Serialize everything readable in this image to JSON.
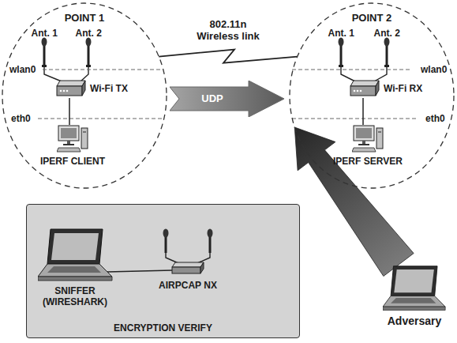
{
  "diagram": {
    "nodes": [
      {
        "text": [
          "POINT 1"
        ]
      },
      {
        "text": [
          "Wi-Fi TX"
        ],
        "in": 0
      },
      {
        "text": [
          "IPERF CLIENT"
        ],
        "in": 0
      },
      {
        "text": [
          "POINT 2"
        ]
      },
      {
        "text": [
          "Wi-Fi RX"
        ],
        "in": 3
      },
      {
        "text": [
          "IPERF SERVER"
        ],
        "in": 3
      },
      {
        "text": [
          "UDP"
        ]
      },
      {
        "text": [
          "ENCRYPTION VERIFY"
        ]
      },
      {
        "text": [
          "SNIFFER (WIRESHARK)"
        ],
        "in": 7
      },
      {
        "text": [
          "AIRPCAP NX"
        ],
        "in": 7
      },
      {
        "text": [
          "Adversary"
        ]
      }
    ],
    "edges": [
      {
        "from": 0,
        "to": 3,
        "arrow": "none",
        "label": "802.11n Wireless link"
      },
      {
        "from": 1,
        "to": 2,
        "arrow": "none"
      },
      {
        "from": 4,
        "to": 5,
        "arrow": "none"
      },
      {
        "from": 8,
        "to": 9,
        "arrow": "none"
      },
      {
        "from": 10,
        "to": 3,
        "arrow": "to"
      }
    ],
    "labels": [
      "Ant. 1",
      "Ant. 2",
      "wlan0",
      "eth0",
      "Ant. 1",
      "Ant. 2",
      "wlan0",
      "eth0"
    ]
  }
}
